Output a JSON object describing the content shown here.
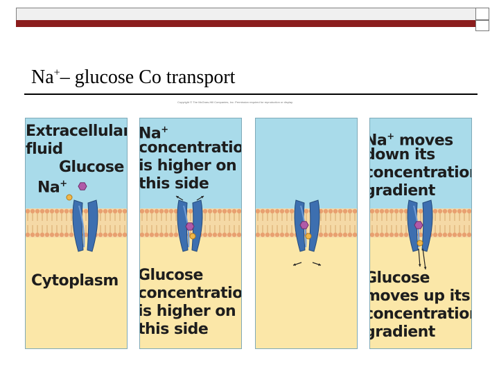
{
  "slide": {
    "title_na": "Na",
    "title_sup": "+",
    "title_rest": "– glucose Co transport",
    "copyright": "Copyright © The McGraw-Hill Companies, Inc. Permission required for reproduction or display."
  },
  "panel1": {
    "extracellular": "Extracellular\nfluid",
    "glucose": "Glucose",
    "na": "Na",
    "na_sup": "+",
    "cytoplasm": "Cytoplasm"
  },
  "panel2": {
    "na": "Na",
    "na_sup": "+",
    "top_rest": "concentration\nis higher on\nthis side",
    "bottom": "Glucose\nconcentration\nis higher on\nthis side"
  },
  "panel4": {
    "na": "Na",
    "na_sup": "+",
    "top_rest_first": " moves",
    "top_rest": "down its\nconcentration\ngradient",
    "bottom": "Glucose\nmoves up its\nconcentration\ngradient"
  },
  "colors": {
    "extracellular": "#a9dbea",
    "cytoplasm": "#fbe7a8",
    "membrane_head": "#e8a070",
    "protein": "#3d6fb0",
    "glucose": "#b05aa8",
    "sodium": "#f0b64a",
    "accent_bar": "#8b1d1d"
  }
}
